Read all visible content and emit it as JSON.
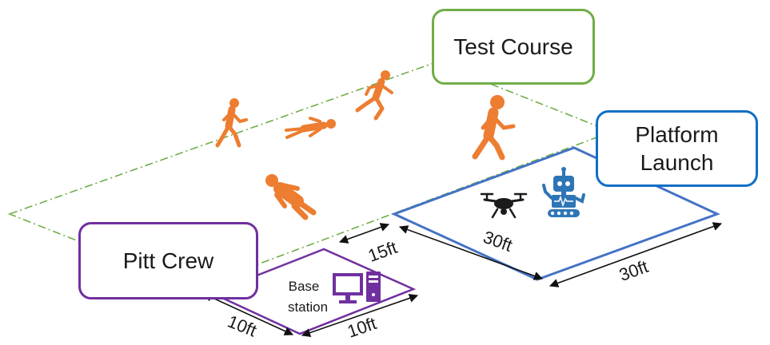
{
  "labels": {
    "test_course": "Test Course",
    "platform_line1": "Platform",
    "platform_line2": "Launch",
    "pitt_crew": "Pitt Crew",
    "base_line1": "Base",
    "base_line2": "station"
  },
  "dimensions": {
    "gap": "15ft",
    "platform_side_a": "30ft",
    "platform_side_b": "30ft",
    "base_side_a": "10ft",
    "base_side_b": "10ft"
  },
  "colors": {
    "test_course": "#70ad47",
    "platform": "#4472c4",
    "platform_box": "#0f6fc6",
    "pitt_crew": "#7030a0",
    "figures": "#ed7d31",
    "computer": "#7030a0",
    "robot": "#2e75b6",
    "drone": "#1a1a1a"
  },
  "icons": [
    "person-walking-icon",
    "person-lying-icon",
    "person-running-icon",
    "person-walking-icon",
    "person-lying-icon",
    "drone-icon",
    "robot-icon",
    "computer-icon"
  ]
}
